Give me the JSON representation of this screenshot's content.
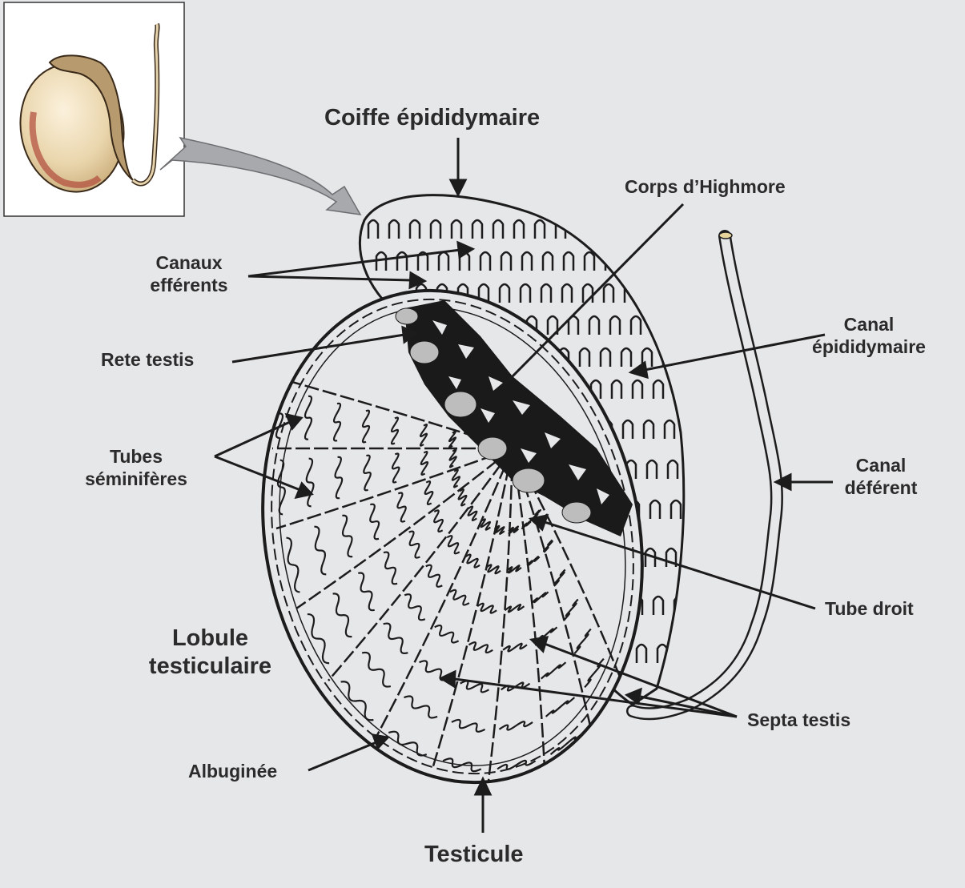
{
  "labels": {
    "coiffe": "Coiffe épididymaire",
    "corps": "Corps d’Highmore",
    "canaux_l1": "Canaux",
    "canaux_l2": "efférents",
    "rete": "Rete testis",
    "canal_epid_l1": "Canal",
    "canal_epid_l2": "épididymaire",
    "tubes_l1": "Tubes",
    "tubes_l2": "séminifères",
    "canal_def_l1": "Canal",
    "canal_def_l2": "déférent",
    "tube_droit": "Tube droit",
    "lobule_l1": "Lobule",
    "lobule_l2": "testiculaire",
    "septa": "Septa testis",
    "albuginee": "Albuginée",
    "testicule": "Testicule"
  },
  "colors": {
    "background": "#e6e7e9",
    "outline": "#1c1c1c",
    "testis_fill": "#ecdcb8",
    "epididymis_fill": "#b79a6d",
    "rete_fill": "#1a1a1a",
    "callout_arrow": "#a7a9ac"
  }
}
